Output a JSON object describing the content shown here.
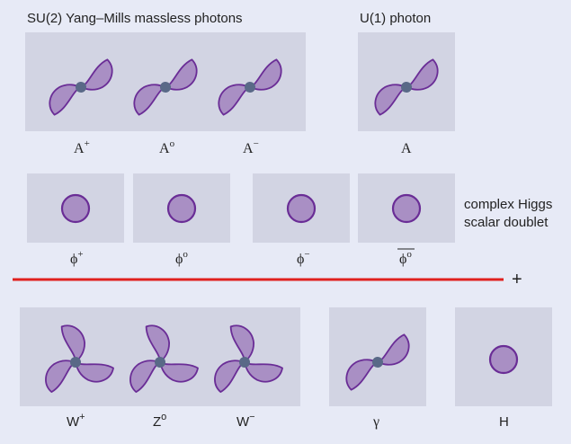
{
  "headers": {
    "su2": "SU(2) Yang–Mills massless photons",
    "u1": "U(1) photon"
  },
  "gauge_labels": [
    {
      "base": "A",
      "sup": "+"
    },
    {
      "base": "A",
      "sup": "o"
    },
    {
      "base": "A",
      "sup": "−"
    },
    {
      "base": "A",
      "sup": ""
    }
  ],
  "higgs_labels": [
    {
      "base": "ϕ",
      "sup": "+"
    },
    {
      "base": "ϕ",
      "sup": "o"
    },
    {
      "base": "ϕ",
      "sup": "−"
    },
    {
      "base": "ϕ",
      "sup": "o"
    }
  ],
  "higgs_side_label": [
    "complex Higgs",
    "scalar doublet"
  ],
  "plus_sign": "+",
  "result_labels": [
    {
      "base": "W",
      "sup": "+"
    },
    {
      "base": "Z",
      "sup": "o"
    },
    {
      "base": "W",
      "sup": "−"
    },
    {
      "base": "γ",
      "sup": ""
    },
    {
      "base": "H",
      "sup": ""
    }
  ],
  "colors": {
    "line": "#e0201e",
    "petal": "#a98fc4",
    "outline": "#6a2d96",
    "hub": "#596987"
  }
}
